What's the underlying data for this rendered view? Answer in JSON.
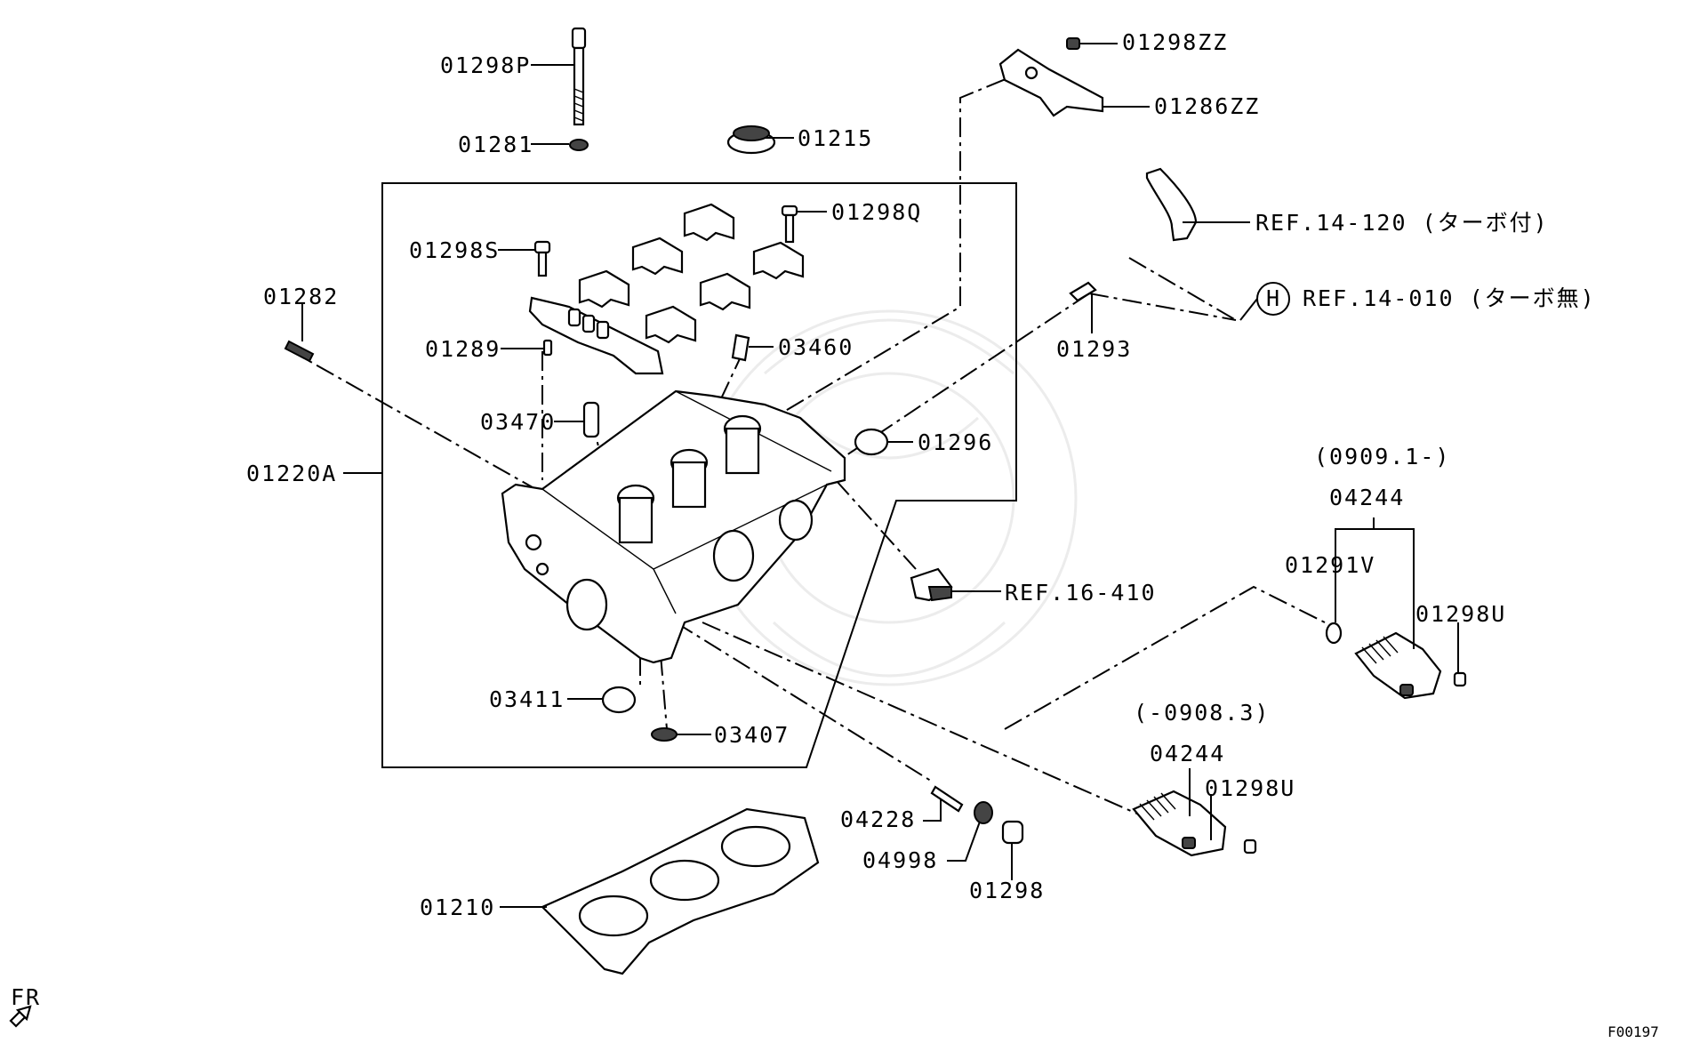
{
  "labels": {
    "p01298P": "01298P",
    "p01281": "01281",
    "p01215": "01215",
    "p01298ZZ": "01298ZZ",
    "p01286ZZ": "01286ZZ",
    "p01298Q": "01298Q",
    "p01298S": "01298S",
    "p01282": "01282",
    "p01289": "01289",
    "p03460": "03460",
    "p03470": "03470",
    "p01220A": "01220A",
    "p01296": "01296",
    "p01293": "01293",
    "ref14_120": "REF.14-120 (ターボ付)",
    "ref14_010": "REF.14-010 (ターボ無)",
    "ref_h_marker": "H",
    "p0909_1": "(0909.1-)",
    "p04244_top": "04244",
    "p01291V": "01291V",
    "p01298U_top": "01298U",
    "ref16_410": "REF.16-410",
    "p03411": "03411",
    "p03407": "03407",
    "p0908_3": "(-0908.3)",
    "p04244_bottom": "04244",
    "p01298U_bottom": "01298U",
    "p04228": "04228",
    "p04998": "04998",
    "p01298": "01298",
    "p01210": "01210",
    "fr": "FR",
    "figure_code": "F00197"
  },
  "icons": {
    "fr_arrow": "front-direction-arrow-icon"
  }
}
